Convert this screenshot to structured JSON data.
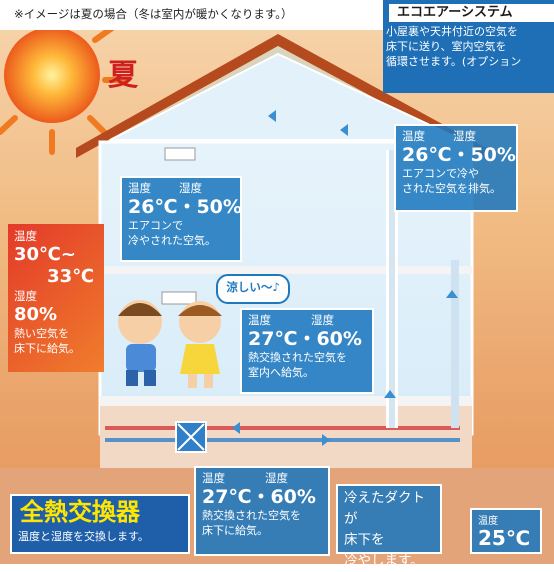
{
  "note": "※イメージは夏の場合（冬は室内が暖かくなります。）",
  "season": "夏",
  "eco": {
    "title": "エコエアーシステム",
    "desc": [
      "小屋裏や天井付近の空気を",
      "床下に送り、室内空気を",
      "循環させます。(オプション"
    ]
  },
  "living": {
    "temp_label": "温度",
    "hum_label": "湿度",
    "value": "26℃・50%",
    "desc": [
      "エアコンで",
      "冷やされた空気。"
    ]
  },
  "exhaust": {
    "temp_label": "温度",
    "hum_label": "湿度",
    "value": "26℃・50%",
    "desc": [
      "エアコンで冷や",
      "された空気を排気。"
    ]
  },
  "outside": {
    "temp_label": "温度",
    "temp_value1": "30℃~",
    "temp_value2": "33℃",
    "hum_label": "湿度",
    "hum_value": "80%",
    "desc": [
      "熱い空気を",
      "床下に給気。"
    ]
  },
  "bubble": "涼しい〜♪",
  "indoor_supply": {
    "temp_label": "温度",
    "hum_label": "湿度",
    "value": "27℃・60%",
    "desc": [
      "熱交換された空気を",
      "室内へ給気。"
    ]
  },
  "under_supply": {
    "temp_label": "温度",
    "hum_label": "湿度",
    "value": "27℃・60%",
    "desc": [
      "熱交換された空気を",
      "床下に給気。"
    ]
  },
  "exchanger": {
    "title": "全熱交換器",
    "desc": "温度と湿度を交換します。"
  },
  "duct": {
    "lines": [
      "冷えたダクトが",
      "床下を",
      "冷やします。"
    ]
  },
  "floor": {
    "temp_label": "温度",
    "value": "25℃"
  },
  "colors": {
    "blue_box": "#1e78be",
    "orange_box": "#e8552a",
    "exchanger_bg": "#1f5ea8",
    "exchanger_text": "#ffe600",
    "sun": "#e84c1e"
  }
}
